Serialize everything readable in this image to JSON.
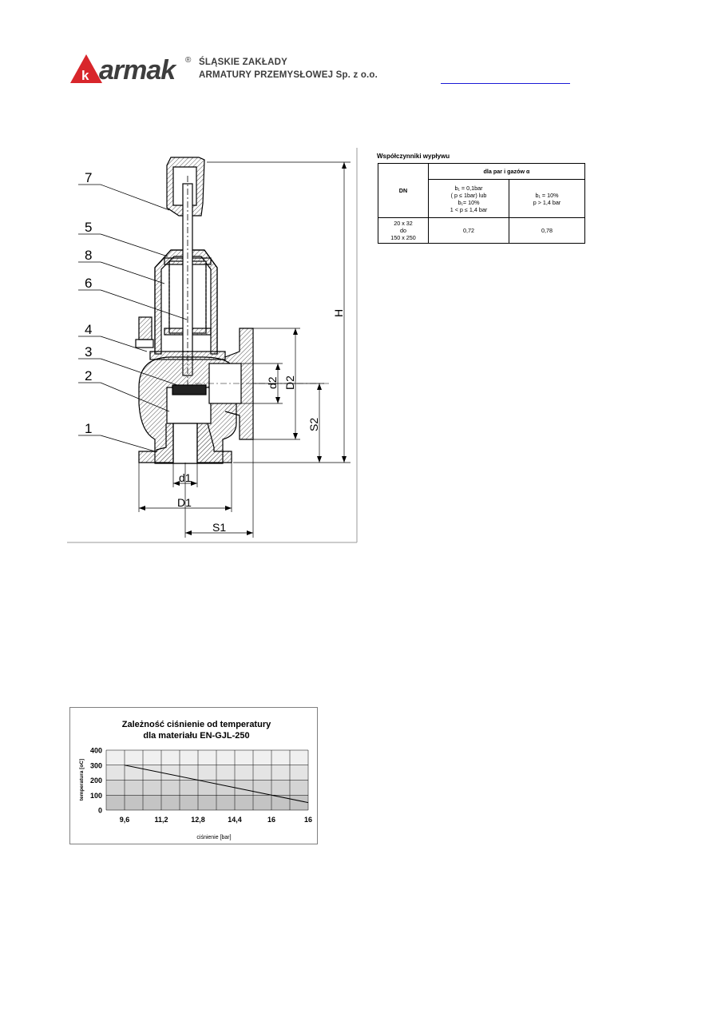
{
  "header": {
    "logo_text": "armak",
    "logo_registered": "®",
    "company_line1": "ŚLĄSKIE ZAKŁADY",
    "company_line2": "ARMATURY PRZEMYSŁOWEJ Sp. z o.o."
  },
  "drawing": {
    "part_numbers": [
      "7",
      "5",
      "8",
      "6",
      "4",
      "3",
      "2",
      "1"
    ],
    "dims": {
      "H": "H",
      "D2": "D2",
      "d2": "d2",
      "S2": "S2",
      "d1": "d1",
      "D1": "D1",
      "S1": "S1"
    }
  },
  "table": {
    "title": "Współczynniki wypływu",
    "dn_header": "DN",
    "group_header": "dla par i gazów  α",
    "col1": {
      "line1": "b₁ = 0,1bar",
      "line2": "( p ≤ 1bar) lub",
      "line3": "b₁= 10%",
      "line4": "1 < p ≤ 1,4 bar"
    },
    "col2": {
      "line1": "b₁ = 10%",
      "line2": "p > 1,4 bar"
    },
    "row": {
      "dn_line1": "20 x 32",
      "dn_line2": "do",
      "dn_line3": "150 x 250",
      "val1": "0,72",
      "val2": "0,78"
    }
  },
  "colors": {
    "logo_red": "#d8262b",
    "logo_gray": "#3d3d3d",
    "link_blue": "#1a1ad6",
    "chart_band": "#cfcfcf"
  },
  "chart_data": {
    "type": "line",
    "title": "Zależność ciśnienie od temperatury",
    "subtitle": "dla materiału EN-GJL-250",
    "xlabel": "ciśnienie [bar]",
    "ylabel": "temperatura [oC]",
    "categories": [
      "9,6",
      "11,2",
      "12,8",
      "14,4",
      "16",
      "16"
    ],
    "yticks": [
      "0",
      "100",
      "200",
      "300",
      "400"
    ],
    "ylim": [
      0,
      400
    ],
    "grid": true,
    "series": [
      {
        "x_index": [
          0,
          5
        ],
        "y": [
          300,
          50
        ]
      }
    ]
  }
}
